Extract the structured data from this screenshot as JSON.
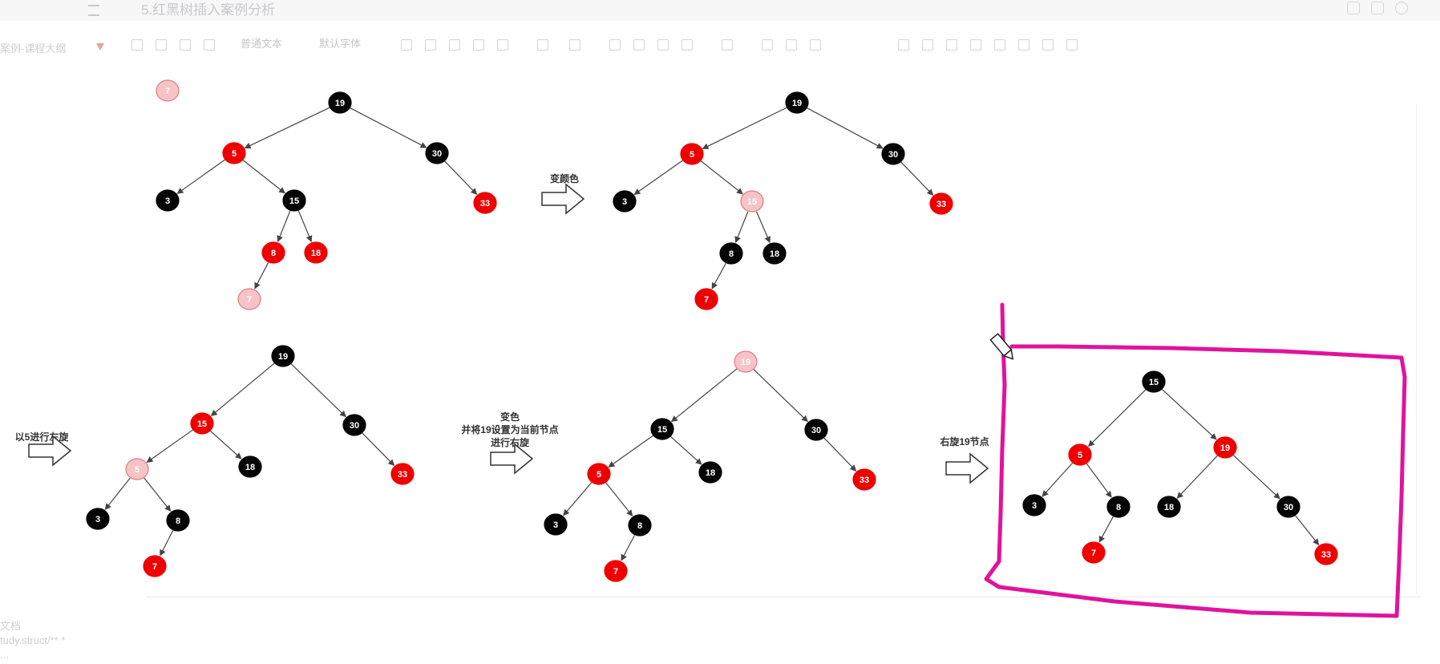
{
  "app": {
    "doc_title": "5.红黑树插入案例分析",
    "outline_label": "案例-课程大纲",
    "toolbar": {
      "text_style": "普通文本",
      "font_label": "默认字体"
    },
    "sidebar_bottom": {
      "line1": "文档",
      "line2": "tudy.struct/** *",
      "line3": "..."
    }
  },
  "colors": {
    "red": "#ee0000",
    "black": "#050505",
    "current": "#f7c3c7",
    "current_stroke": "#e07b85",
    "edge": "#444444",
    "highlight": "#e0139c"
  },
  "diagram": {
    "nodes": [
      {
        "id": "n-a19",
        "label": "19",
        "color": "black"
      },
      {
        "id": "n-a5",
        "label": "5",
        "color": "red"
      },
      {
        "id": "n-a30",
        "label": "30",
        "color": "black"
      },
      {
        "id": "n-a3",
        "label": "3",
        "color": "black"
      },
      {
        "id": "n-a15",
        "label": "15",
        "color": "black"
      },
      {
        "id": "n-a33",
        "label": "33",
        "color": "red"
      },
      {
        "id": "n-a8",
        "label": "8",
        "color": "red"
      },
      {
        "id": "n-a18",
        "label": "18",
        "color": "red"
      },
      {
        "id": "n-a7",
        "label": "7",
        "color": "current"
      },
      {
        "id": "n-loose7",
        "label": "7",
        "color": "current"
      },
      {
        "id": "n-b19",
        "label": "19",
        "color": "black"
      },
      {
        "id": "n-b5",
        "label": "5",
        "color": "red"
      },
      {
        "id": "n-b30",
        "label": "30",
        "color": "black"
      },
      {
        "id": "n-b3",
        "label": "3",
        "color": "black"
      },
      {
        "id": "n-b15",
        "label": "15",
        "color": "current"
      },
      {
        "id": "n-b33",
        "label": "33",
        "color": "red"
      },
      {
        "id": "n-b8",
        "label": "8",
        "color": "black"
      },
      {
        "id": "n-b18",
        "label": "18",
        "color": "black"
      },
      {
        "id": "n-b7",
        "label": "7",
        "color": "red"
      },
      {
        "id": "n-c19",
        "label": "19",
        "color": "black"
      },
      {
        "id": "n-c15",
        "label": "15",
        "color": "red"
      },
      {
        "id": "n-c30",
        "label": "30",
        "color": "black"
      },
      {
        "id": "n-c5",
        "label": "5",
        "color": "current"
      },
      {
        "id": "n-c18",
        "label": "18",
        "color": "black"
      },
      {
        "id": "n-c33",
        "label": "33",
        "color": "red"
      },
      {
        "id": "n-c3",
        "label": "3",
        "color": "black"
      },
      {
        "id": "n-c8",
        "label": "8",
        "color": "black"
      },
      {
        "id": "n-c7",
        "label": "7",
        "color": "red"
      },
      {
        "id": "n-d19",
        "label": "19",
        "color": "current"
      },
      {
        "id": "n-d15",
        "label": "15",
        "color": "black"
      },
      {
        "id": "n-d30",
        "label": "30",
        "color": "black"
      },
      {
        "id": "n-d5",
        "label": "5",
        "color": "red"
      },
      {
        "id": "n-d18",
        "label": "18",
        "color": "black"
      },
      {
        "id": "n-d33",
        "label": "33",
        "color": "red"
      },
      {
        "id": "n-d3",
        "label": "3",
        "color": "black"
      },
      {
        "id": "n-d8",
        "label": "8",
        "color": "black"
      },
      {
        "id": "n-d7",
        "label": "7",
        "color": "red"
      },
      {
        "id": "n-e15",
        "label": "15",
        "color": "black"
      },
      {
        "id": "n-e5",
        "label": "5",
        "color": "red"
      },
      {
        "id": "n-e19",
        "label": "19",
        "color": "red"
      },
      {
        "id": "n-e3",
        "label": "3",
        "color": "black"
      },
      {
        "id": "n-e8",
        "label": "8",
        "color": "black"
      },
      {
        "id": "n-e18",
        "label": "18",
        "color": "black"
      },
      {
        "id": "n-e30",
        "label": "30",
        "color": "black"
      },
      {
        "id": "n-e7",
        "label": "7",
        "color": "red"
      },
      {
        "id": "n-e33",
        "label": "33",
        "color": "red"
      }
    ],
    "edges": [
      [
        "n-a19",
        "n-a5"
      ],
      [
        "n-a19",
        "n-a30"
      ],
      [
        "n-a5",
        "n-a3"
      ],
      [
        "n-a5",
        "n-a15"
      ],
      [
        "n-a30",
        "n-a33"
      ],
      [
        "n-a15",
        "n-a8"
      ],
      [
        "n-a15",
        "n-a18"
      ],
      [
        "n-a8",
        "n-a7"
      ],
      [
        "n-b19",
        "n-b5"
      ],
      [
        "n-b19",
        "n-b30"
      ],
      [
        "n-b5",
        "n-b3"
      ],
      [
        "n-b5",
        "n-b15"
      ],
      [
        "n-b30",
        "n-b33"
      ],
      [
        "n-b15",
        "n-b8"
      ],
      [
        "n-b15",
        "n-b18"
      ],
      [
        "n-b8",
        "n-b7"
      ],
      [
        "n-c19",
        "n-c15"
      ],
      [
        "n-c19",
        "n-c30"
      ],
      [
        "n-c15",
        "n-c5"
      ],
      [
        "n-c15",
        "n-c18"
      ],
      [
        "n-c30",
        "n-c33"
      ],
      [
        "n-c5",
        "n-c3"
      ],
      [
        "n-c5",
        "n-c8"
      ],
      [
        "n-c8",
        "n-c7"
      ],
      [
        "n-d19",
        "n-d15"
      ],
      [
        "n-d19",
        "n-d30"
      ],
      [
        "n-d15",
        "n-d5"
      ],
      [
        "n-d15",
        "n-d18"
      ],
      [
        "n-d30",
        "n-d33"
      ],
      [
        "n-d5",
        "n-d3"
      ],
      [
        "n-d5",
        "n-d8"
      ],
      [
        "n-d8",
        "n-d7"
      ],
      [
        "n-e15",
        "n-e5"
      ],
      [
        "n-e15",
        "n-e19"
      ],
      [
        "n-e5",
        "n-e3"
      ],
      [
        "n-e5",
        "n-e8"
      ],
      [
        "n-e19",
        "n-e18"
      ],
      [
        "n-e19",
        "n-e30"
      ],
      [
        "n-e8",
        "n-e7"
      ],
      [
        "n-e30",
        "n-e33"
      ]
    ],
    "steps": [
      {
        "id": "step-recolor",
        "lines": [
          "变颜色"
        ]
      },
      {
        "id": "step-rotate-left-5",
        "lines": [
          "以5进行左旋"
        ]
      },
      {
        "id": "step-recolor-set-current",
        "lines": [
          "变色",
          "并将19设置为当前节点",
          "进行右旋"
        ]
      },
      {
        "id": "step-rotate-right-19",
        "lines": [
          "右旋19节点"
        ]
      }
    ]
  }
}
